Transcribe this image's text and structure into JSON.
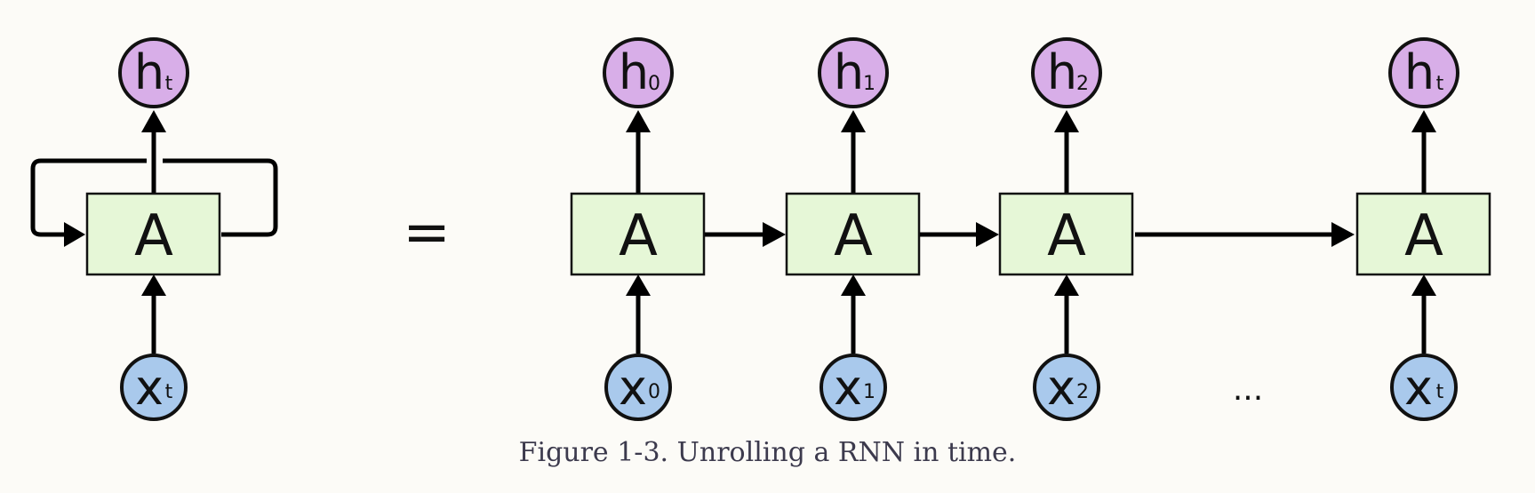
{
  "diagram": {
    "cell_label": "A",
    "equals_sign": "=",
    "ellipsis": "...",
    "rolled": {
      "output": {
        "main": "h",
        "sub": "t"
      },
      "input": {
        "main": "x",
        "sub": "t"
      }
    },
    "unrolled": [
      {
        "output": {
          "main": "h",
          "sub": "0"
        },
        "input": {
          "main": "x",
          "sub": "0"
        }
      },
      {
        "output": {
          "main": "h",
          "sub": "1"
        },
        "input": {
          "main": "x",
          "sub": "1"
        }
      },
      {
        "output": {
          "main": "h",
          "sub": "2"
        },
        "input": {
          "main": "x",
          "sub": "2"
        }
      },
      {
        "output": {
          "main": "h",
          "sub": "t"
        },
        "input": {
          "main": "x",
          "sub": "t"
        }
      }
    ],
    "colors": {
      "cell_fill": "#e6f7d7",
      "output_node_fill": "#d8aee8",
      "input_node_fill": "#a9c9ec",
      "background": "#fcfbf7"
    }
  },
  "caption": "Figure 1-3. Unrolling a RNN in time."
}
